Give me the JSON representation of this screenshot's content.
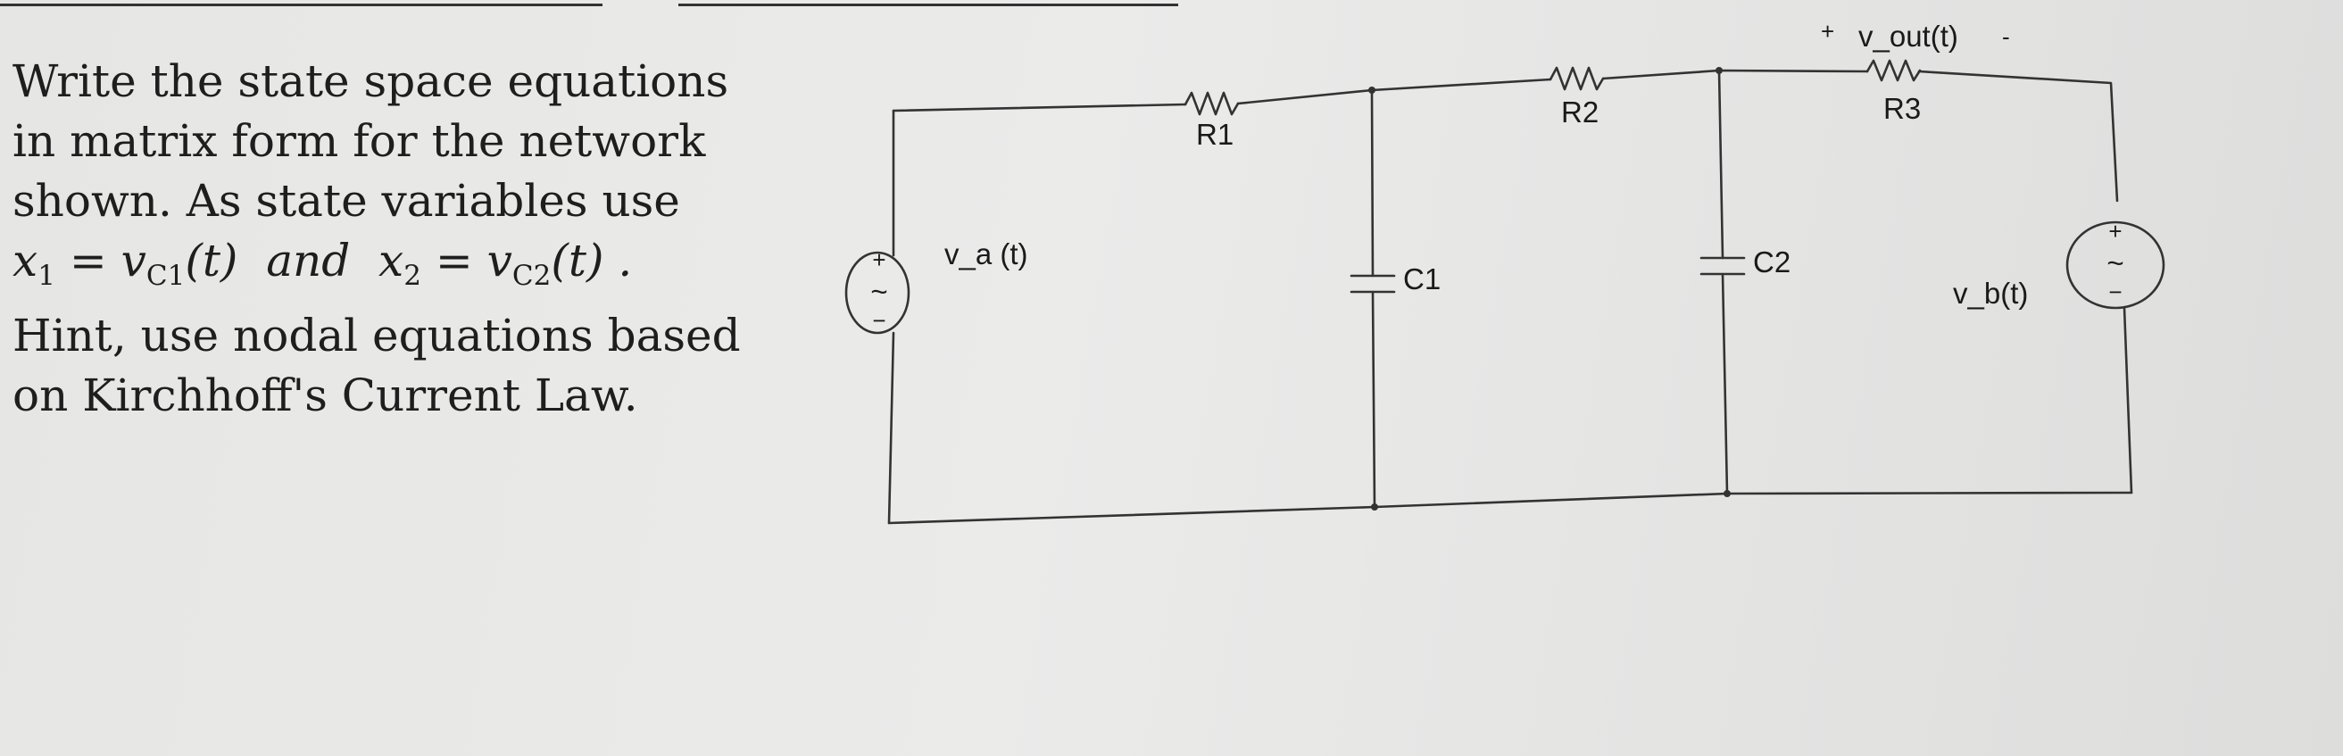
{
  "problem": {
    "line1": "Write the state space equations",
    "line2": "in matrix form for the network",
    "line3": "shown.  As state variables use",
    "eq": {
      "x1_var": "x",
      "x1_sub": "1",
      "eq1": " = ",
      "v1_var": "v",
      "v1_sub": "C1",
      "t1": "(t)",
      "and": "  and  ",
      "x2_var": "x",
      "x2_sub": "2",
      "eq2": " = ",
      "v2_var": "v",
      "v2_sub": "C2",
      "t2": "(t) ."
    },
    "line5": "Hint, use nodal equations based",
    "line6": "on Kirchhoff's Current Law."
  },
  "circuit": {
    "source_a": {
      "label": "v_a (t)",
      "plus": "+",
      "minus": "−",
      "wave": "~"
    },
    "source_b": {
      "label": "v_b(t)",
      "plus": "+",
      "minus": "−",
      "wave": "~"
    },
    "r1": "R1",
    "r2": "R2",
    "r3": "R3",
    "c1": "C1",
    "c2": "C2",
    "vout": {
      "plus": "+",
      "label": "v_out(t)",
      "minus": "-"
    }
  }
}
